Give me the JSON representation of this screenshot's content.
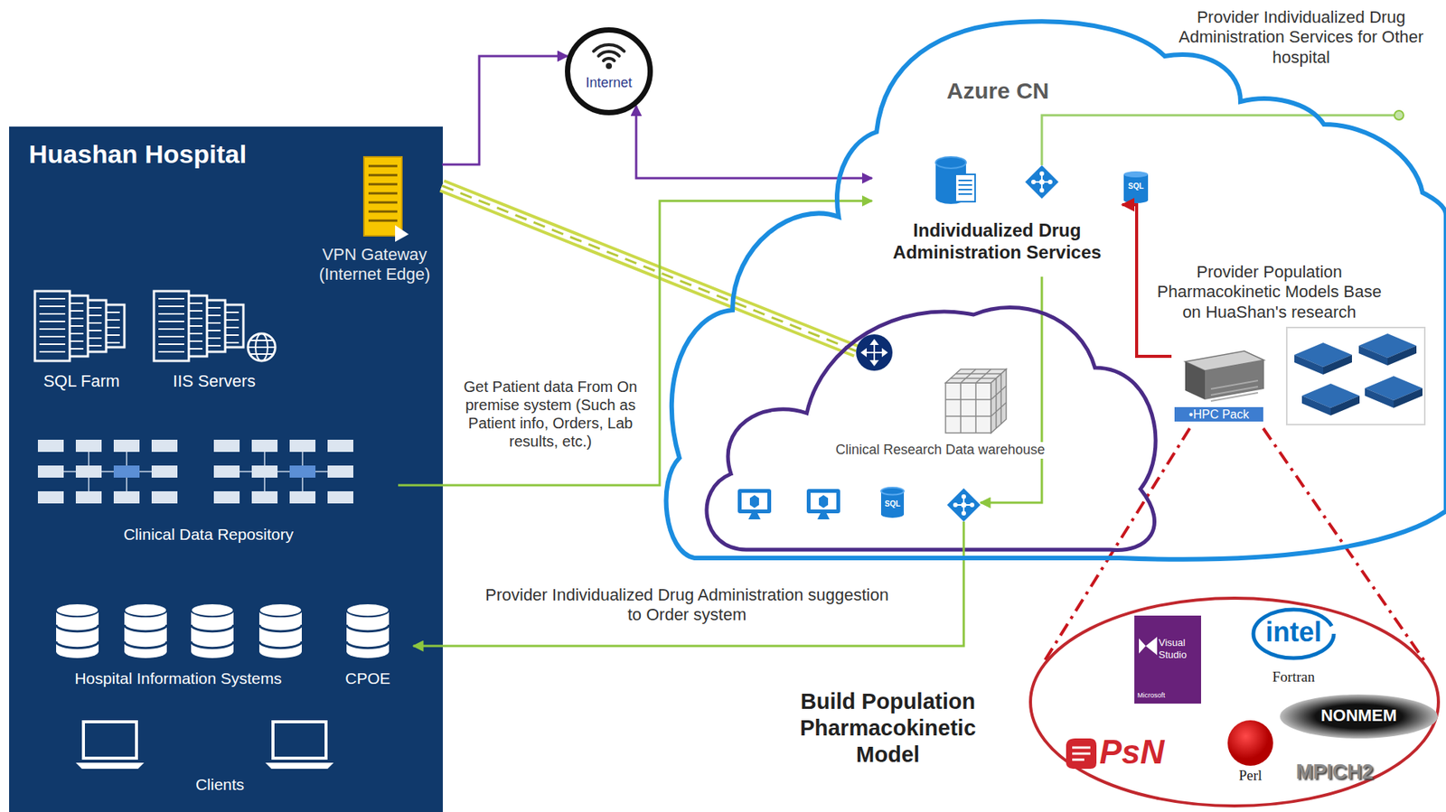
{
  "diagram": {
    "nodes": [
      {
        "text": [
          "Huashan Hospital"
        ]
      },
      {
        "text": [
          "VPN Gateway (Internet Edge)"
        ],
        "in": 0
      },
      {
        "text": [
          "Internet"
        ]
      },
      {
        "text": [
          "Azure CN"
        ]
      },
      {
        "text": [
          "Individualized Drug Administration Services"
        ],
        "in": 3
      },
      {
        "text": [
          "SQL Farm"
        ],
        "in": 0
      },
      {
        "text": [
          "IIS Servers"
        ],
        "in": 0
      },
      {
        "text": [
          "Clinical Research Data warehouse"
        ],
        "in": 3
      },
      {
        "text": [
          "•HPC Pack"
        ],
        "in": 3
      },
      {
        "text": [
          "Clinical Data Repository"
        ],
        "in": 0
      },
      {
        "text": [
          "Hospital Information Systems"
        ],
        "in": 0
      },
      {
        "text": [
          "CPOE"
        ],
        "in": 0
      },
      {
        "text": [
          "Clients"
        ],
        "in": 0
      },
      {
        "text": [
          "Build Population Pharmacokinetic Model"
        ]
      },
      {
        "text": [
          "Visual Studio",
          "Microsoft"
        ],
        "in": 13
      },
      {
        "text": [
          "intel",
          "Fortran"
        ],
        "in": 13
      },
      {
        "text": [
          "NONMEM"
        ],
        "in": 13
      },
      {
        "text": [
          "PsN"
        ],
        "in": 13
      },
      {
        "text": [
          "Perl"
        ],
        "in": 13
      },
      {
        "text": [
          "MPICH2"
        ],
        "in": 13
      }
    ],
    "edges": [
      {
        "from": 1,
        "to": 2,
        "arrow": "to"
      },
      {
        "from": 2,
        "to": 4,
        "arrow": "both"
      },
      {
        "from": 1,
        "to": 7,
        "arrow": "none"
      },
      {
        "from": 9,
        "to": 4,
        "label": "Get Patient data From On premise system (Such as Patient info, Orders, Lab results, etc.)",
        "arrow": "to"
      },
      {
        "from": 8,
        "to": 4,
        "label": "Provider Population Pharmacokinetic Models Base on HuaShan's research",
        "arrow": "to"
      },
      {
        "from": 4,
        "to": 7,
        "arrow": "to"
      },
      {
        "from": 7,
        "to": 11,
        "label": "Provider Individualized Drug Administration suggestion to Order system",
        "arrow": "to"
      },
      {
        "from": 8,
        "to": 13,
        "arrow": "none"
      }
    ],
    "labels": [
      "Provider Individualized Drug Administration Services for Other hospital",
      "SQL",
      "SQL"
    ]
  }
}
